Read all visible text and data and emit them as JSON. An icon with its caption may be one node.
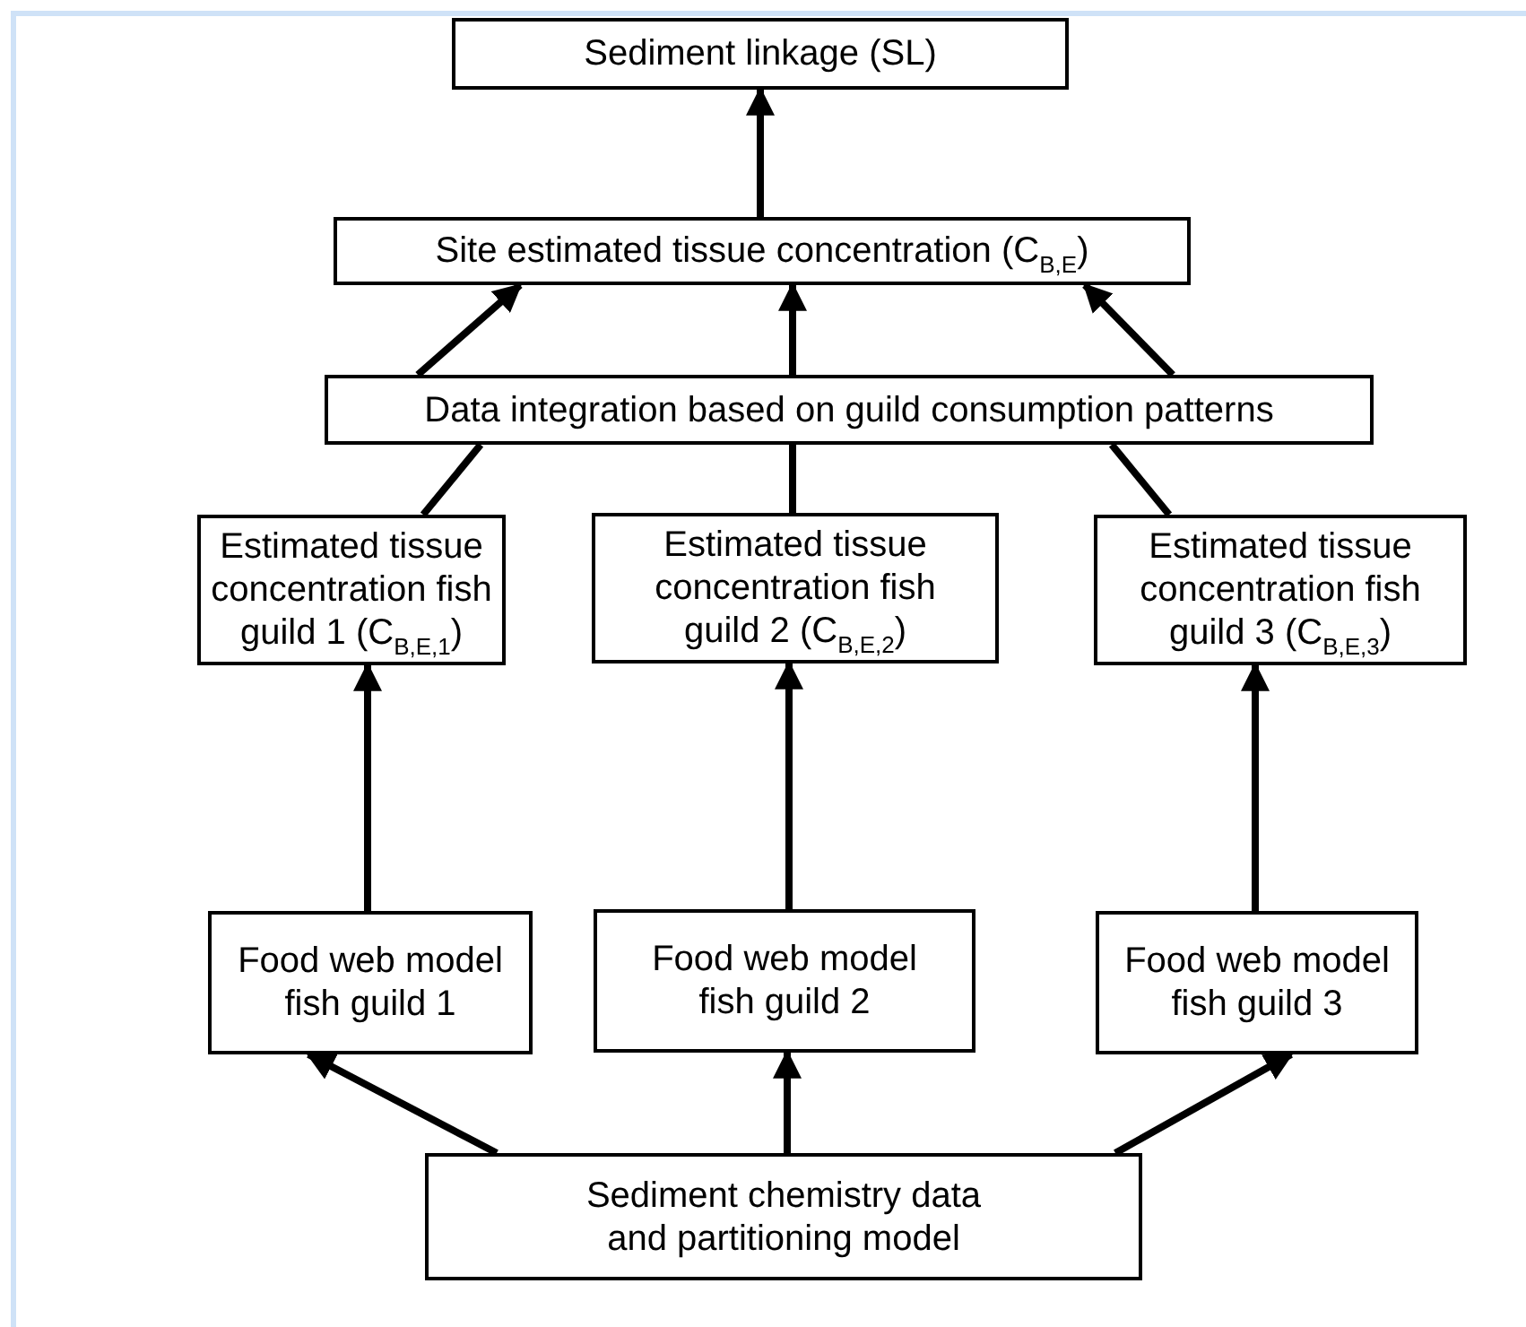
{
  "diagram": {
    "nodes": [
      {
        "text": [
          "Sediment linkage (SL)"
        ]
      },
      {
        "text": [
          "Site estimated tissue concentration (C$_{B,E}$)"
        ]
      },
      {
        "text": [
          "Data integration based on guild consumption patterns"
        ]
      },
      {
        "text": [
          "Estimated tissue concentration fish guild 1 (C$_{B,E,1}$)"
        ]
      },
      {
        "text": [
          "Estimated tissue concentration fish guild 2 (C$_{B,E,2}$)"
        ]
      },
      {
        "text": [
          "Estimated tissue concentration fish guild 3 (C$_{B,E,3}$)"
        ]
      },
      {
        "text": [
          "Food web model fish guild 1"
        ]
      },
      {
        "text": [
          "Food web model fish guild 2"
        ]
      },
      {
        "text": [
          "Food web model fish guild 3"
        ]
      },
      {
        "text": [
          "Sediment chemistry data and partitioning model"
        ]
      }
    ],
    "edges": [
      {
        "from": 9,
        "to": 6,
        "arrow": "to"
      },
      {
        "from": 9,
        "to": 7,
        "arrow": "to"
      },
      {
        "from": 9,
        "to": 8,
        "arrow": "to"
      },
      {
        "from": 6,
        "to": 3,
        "arrow": "to"
      },
      {
        "from": 7,
        "to": 4,
        "arrow": "to"
      },
      {
        "from": 8,
        "to": 5,
        "arrow": "to"
      },
      {
        "from": 3,
        "to": 2,
        "arrow": "none"
      },
      {
        "from": 4,
        "to": 2,
        "arrow": "none"
      },
      {
        "from": 5,
        "to": 2,
        "arrow": "none"
      },
      {
        "from": 2,
        "to": 1,
        "arrow": "to"
      },
      {
        "from": 2,
        "to": 1,
        "arrow": "to"
      },
      {
        "from": 2,
        "to": 1,
        "arrow": "to"
      },
      {
        "from": 1,
        "to": 0,
        "arrow": "to"
      }
    ]
  }
}
